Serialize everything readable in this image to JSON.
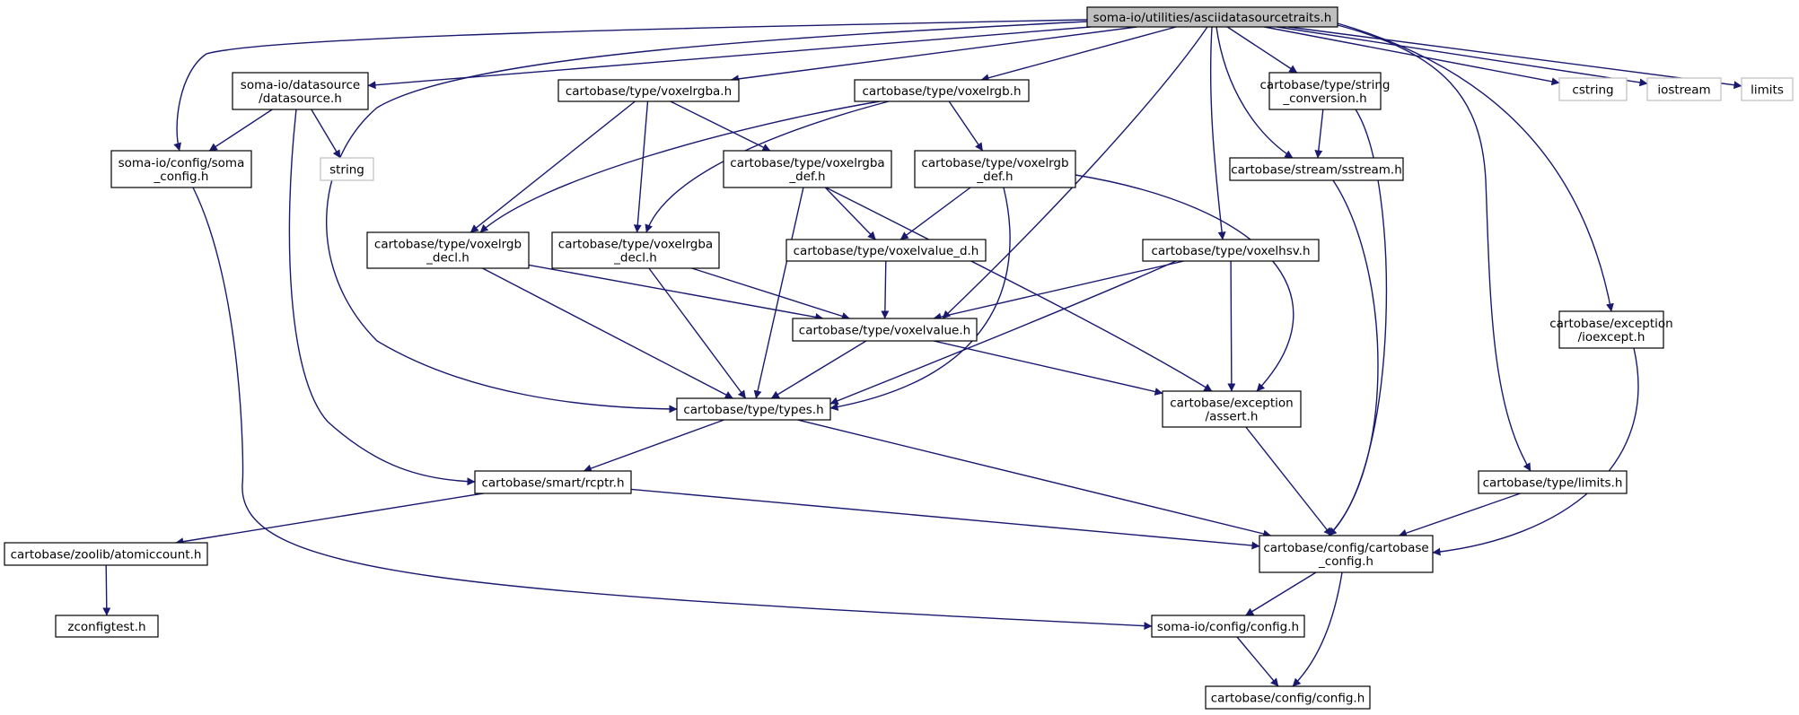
{
  "colors": {
    "edge": "#191970",
    "node_border": "#000000",
    "external_border": "#bfbfbf",
    "root_fill": "#bfbfbf",
    "node_fill": "#ffffff"
  },
  "nodes": [
    {
      "id": "root",
      "kind": "root",
      "lines": [
        "soma-io/utilities/asciidatasourcetraits.h"
      ]
    },
    {
      "id": "datasource",
      "kind": "file",
      "lines": [
        "soma-io/datasource",
        "/datasource.h"
      ]
    },
    {
      "id": "voxelrgba",
      "kind": "file",
      "lines": [
        "cartobase/type/voxelrgba.h"
      ]
    },
    {
      "id": "voxelrgb",
      "kind": "file",
      "lines": [
        "cartobase/type/voxelrgb.h"
      ]
    },
    {
      "id": "string_conv",
      "kind": "file",
      "lines": [
        "cartobase/type/string",
        "_conversion.h"
      ]
    },
    {
      "id": "cstring",
      "kind": "external",
      "lines": [
        "cstring"
      ]
    },
    {
      "id": "iostream",
      "kind": "external",
      "lines": [
        "iostream"
      ]
    },
    {
      "id": "limits",
      "kind": "external",
      "lines": [
        "limits"
      ]
    },
    {
      "id": "soma_config",
      "kind": "file",
      "lines": [
        "soma-io/config/soma",
        "_config.h"
      ]
    },
    {
      "id": "string",
      "kind": "external",
      "lines": [
        "string"
      ]
    },
    {
      "id": "voxelrgba_def",
      "kind": "file",
      "lines": [
        "cartobase/type/voxelrgba",
        "_def.h"
      ]
    },
    {
      "id": "voxelrgb_def",
      "kind": "file",
      "lines": [
        "cartobase/type/voxelrgb",
        "_def.h"
      ]
    },
    {
      "id": "sstream",
      "kind": "file",
      "lines": [
        "cartobase/stream/sstream.h"
      ]
    },
    {
      "id": "voxelrgb_decl",
      "kind": "file",
      "lines": [
        "cartobase/type/voxelrgb",
        "_decl.h"
      ]
    },
    {
      "id": "voxelrgba_decl",
      "kind": "file",
      "lines": [
        "cartobase/type/voxelrgba",
        "_decl.h"
      ]
    },
    {
      "id": "voxelvalue_d",
      "kind": "file",
      "lines": [
        "cartobase/type/voxelvalue_d.h"
      ]
    },
    {
      "id": "voxelhsv",
      "kind": "file",
      "lines": [
        "cartobase/type/voxelhsv.h"
      ]
    },
    {
      "id": "voxelvalue",
      "kind": "file",
      "lines": [
        "cartobase/type/voxelvalue.h"
      ]
    },
    {
      "id": "ioexcept",
      "kind": "file",
      "lines": [
        "cartobase/exception",
        "/ioexcept.h"
      ]
    },
    {
      "id": "types",
      "kind": "file",
      "lines": [
        "cartobase/type/types.h"
      ]
    },
    {
      "id": "assert",
      "kind": "file",
      "lines": [
        "cartobase/exception",
        "/assert.h"
      ]
    },
    {
      "id": "rcptr",
      "kind": "file",
      "lines": [
        "cartobase/smart/rcptr.h"
      ]
    },
    {
      "id": "type_limits",
      "kind": "file",
      "lines": [
        "cartobase/type/limits.h"
      ]
    },
    {
      "id": "atomiccount",
      "kind": "file",
      "lines": [
        "cartobase/zoolib/atomiccount.h"
      ]
    },
    {
      "id": "cartobase_config",
      "kind": "file",
      "lines": [
        "cartobase/config/cartobase",
        "_config.h"
      ]
    },
    {
      "id": "zconfigtest",
      "kind": "file",
      "lines": [
        "zconfigtest.h"
      ]
    },
    {
      "id": "somaio_config",
      "kind": "file",
      "lines": [
        "soma-io/config/config.h"
      ]
    },
    {
      "id": "cartobase_config_h",
      "kind": "file",
      "lines": [
        "cartobase/config/config.h"
      ]
    }
  ],
  "edges": [
    [
      "root",
      "datasource"
    ],
    [
      "root",
      "voxelrgba"
    ],
    [
      "root",
      "voxelrgb"
    ],
    [
      "root",
      "string_conv"
    ],
    [
      "root",
      "cstring"
    ],
    [
      "root",
      "iostream"
    ],
    [
      "root",
      "limits"
    ],
    [
      "root",
      "soma_config"
    ],
    [
      "root",
      "types"
    ],
    [
      "root",
      "voxelvalue"
    ],
    [
      "root",
      "sstream"
    ],
    [
      "root",
      "voxelhsv"
    ],
    [
      "root",
      "type_limits"
    ],
    [
      "root",
      "ioexcept"
    ],
    [
      "datasource",
      "soma_config"
    ],
    [
      "datasource",
      "string"
    ],
    [
      "datasource",
      "rcptr"
    ],
    [
      "voxelrgba",
      "voxelrgba_def"
    ],
    [
      "voxelrgba",
      "voxelrgb_decl"
    ],
    [
      "voxelrgba",
      "voxelrgba_decl"
    ],
    [
      "voxelrgb",
      "voxelrgb_def"
    ],
    [
      "voxelrgb",
      "voxelrgb_decl"
    ],
    [
      "voxelrgb",
      "voxelrgba_decl"
    ],
    [
      "string_conv",
      "sstream"
    ],
    [
      "string_conv",
      "cartobase_config"
    ],
    [
      "soma_config",
      "somaio_config"
    ],
    [
      "voxelrgba_def",
      "voxelvalue_d"
    ],
    [
      "voxelrgba_def",
      "types"
    ],
    [
      "voxelrgba_def",
      "assert"
    ],
    [
      "voxelrgb_def",
      "voxelvalue_d"
    ],
    [
      "voxelrgb_def",
      "types"
    ],
    [
      "voxelrgb_def",
      "assert"
    ],
    [
      "sstream",
      "cartobase_config"
    ],
    [
      "voxelrgb_decl",
      "voxelvalue"
    ],
    [
      "voxelrgb_decl",
      "types"
    ],
    [
      "voxelrgba_decl",
      "voxelvalue"
    ],
    [
      "voxelrgba_decl",
      "types"
    ],
    [
      "voxelvalue_d",
      "voxelvalue"
    ],
    [
      "voxelhsv",
      "voxelvalue"
    ],
    [
      "voxelhsv",
      "types"
    ],
    [
      "voxelhsv",
      "assert"
    ],
    [
      "voxelvalue",
      "types"
    ],
    [
      "voxelvalue",
      "assert"
    ],
    [
      "ioexcept",
      "cartobase_config"
    ],
    [
      "types",
      "rcptr"
    ],
    [
      "types",
      "cartobase_config"
    ],
    [
      "assert",
      "cartobase_config"
    ],
    [
      "rcptr",
      "atomiccount"
    ],
    [
      "rcptr",
      "cartobase_config"
    ],
    [
      "type_limits",
      "cartobase_config"
    ],
    [
      "atomiccount",
      "zconfigtest"
    ],
    [
      "cartobase_config",
      "somaio_config"
    ],
    [
      "cartobase_config",
      "cartobase_config_h"
    ],
    [
      "somaio_config",
      "cartobase_config_h"
    ]
  ]
}
